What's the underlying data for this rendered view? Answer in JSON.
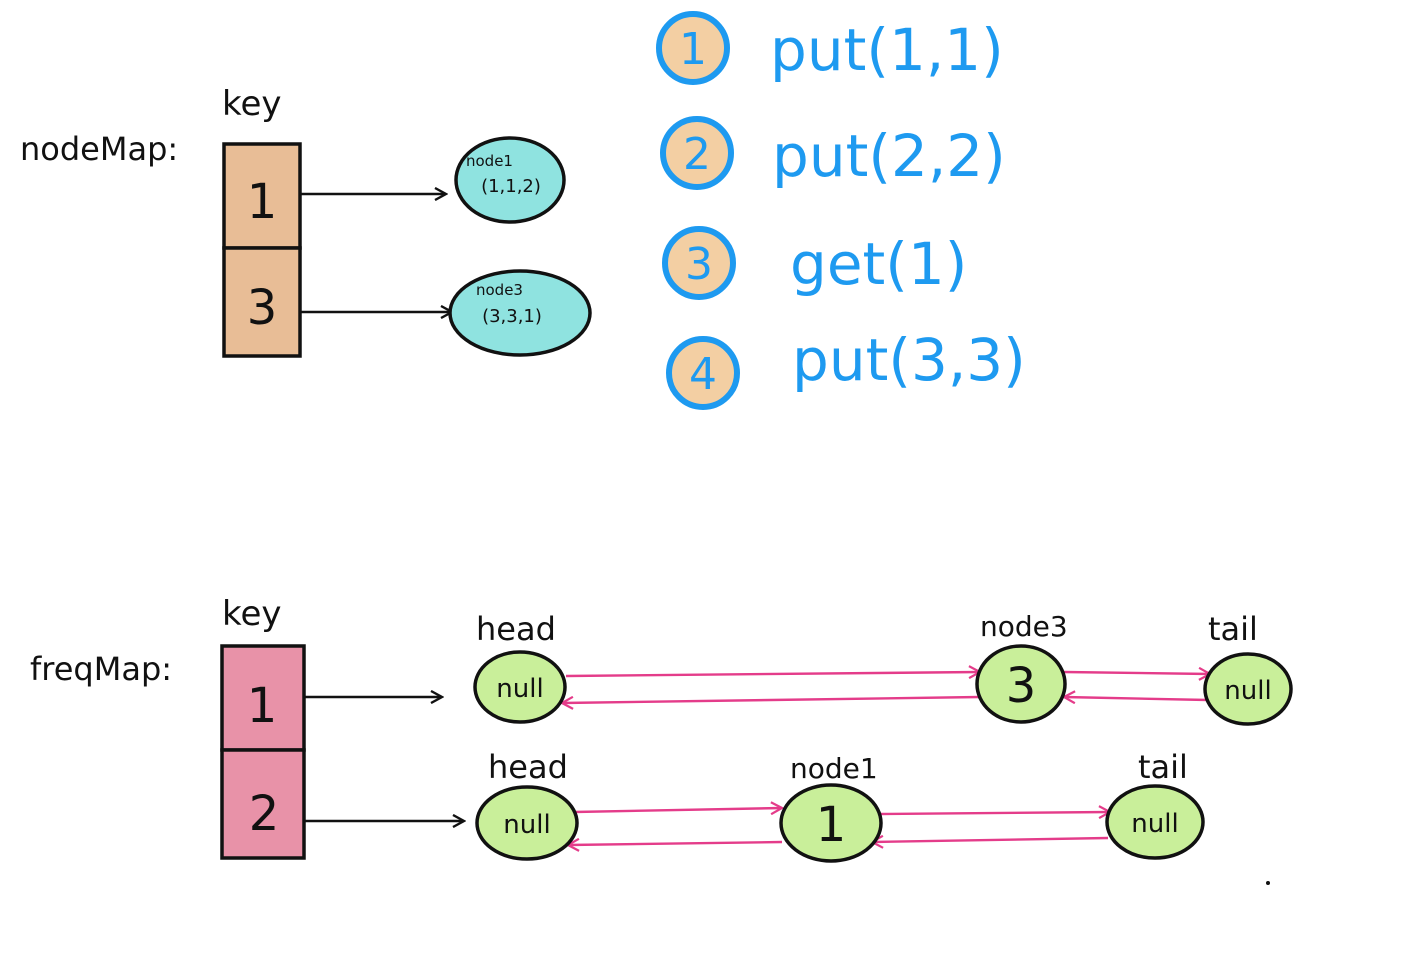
{
  "colors": {
    "ink": "#111111",
    "blue": "#1e9af0",
    "node_map_cell": "#e8bd96",
    "freq_map_cell": "#e892a8",
    "node_map_node": "#8fe3e0",
    "freq_list_node": "#c9ef9a",
    "step_badge": "#f3cfa3",
    "link_arrow": "#e43c8a"
  },
  "node_map": {
    "label": "nodeMap:",
    "key_header": "key",
    "keys": [
      "1",
      "3"
    ],
    "nodes": [
      {
        "name": "node1",
        "value": "(1,1,2)"
      },
      {
        "name": "node3",
        "value": "(3,3,1)"
      }
    ]
  },
  "operations": [
    {
      "num": "1",
      "text": "put(1,1)"
    },
    {
      "num": "2",
      "text": "put(2,2)"
    },
    {
      "num": "3",
      "text": "get(1)"
    },
    {
      "num": "4",
      "text": "put(3,3)"
    }
  ],
  "freq_map": {
    "label": "freqMap:",
    "key_header": "key",
    "keys": [
      "1",
      "2"
    ],
    "lists": [
      {
        "head_label": "head",
        "head_value": "null",
        "node_label": "node3",
        "node_value": "3",
        "tail_label": "tail",
        "tail_value": "null"
      },
      {
        "head_label": "head",
        "head_value": "null",
        "node_label": "node1",
        "node_value": "1",
        "tail_label": "tail",
        "tail_value": "null"
      }
    ]
  }
}
